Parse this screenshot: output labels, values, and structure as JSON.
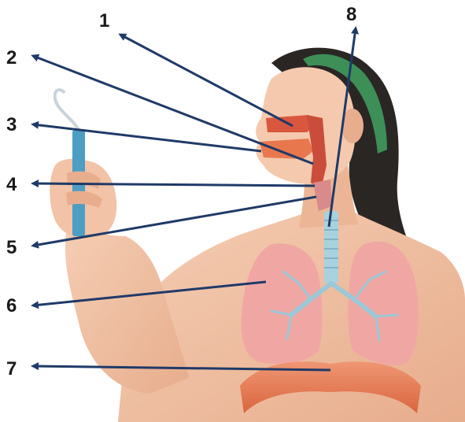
{
  "labels": [
    {
      "id": "1",
      "text": "1"
    },
    {
      "id": "2",
      "text": "2"
    },
    {
      "id": "3",
      "text": "3"
    },
    {
      "id": "4",
      "text": "4"
    },
    {
      "id": "5",
      "text": "5"
    },
    {
      "id": "6",
      "text": "6"
    },
    {
      "id": "7",
      "text": "7"
    },
    {
      "id": "8",
      "text": "8"
    }
  ],
  "colors": {
    "arrow": "#1f3a68",
    "skin": "#f2c3a6",
    "skin_shadow": "#dba080",
    "hair": "#2a2624",
    "headband": "#3d8f57",
    "lung": "#f0a7a3",
    "bronchi": "#9cc8d8",
    "trachea": "#a8d2de",
    "diaphragm": "#e9825f",
    "mouth": "#e9774d",
    "cigarette": "#4c9ec3"
  }
}
